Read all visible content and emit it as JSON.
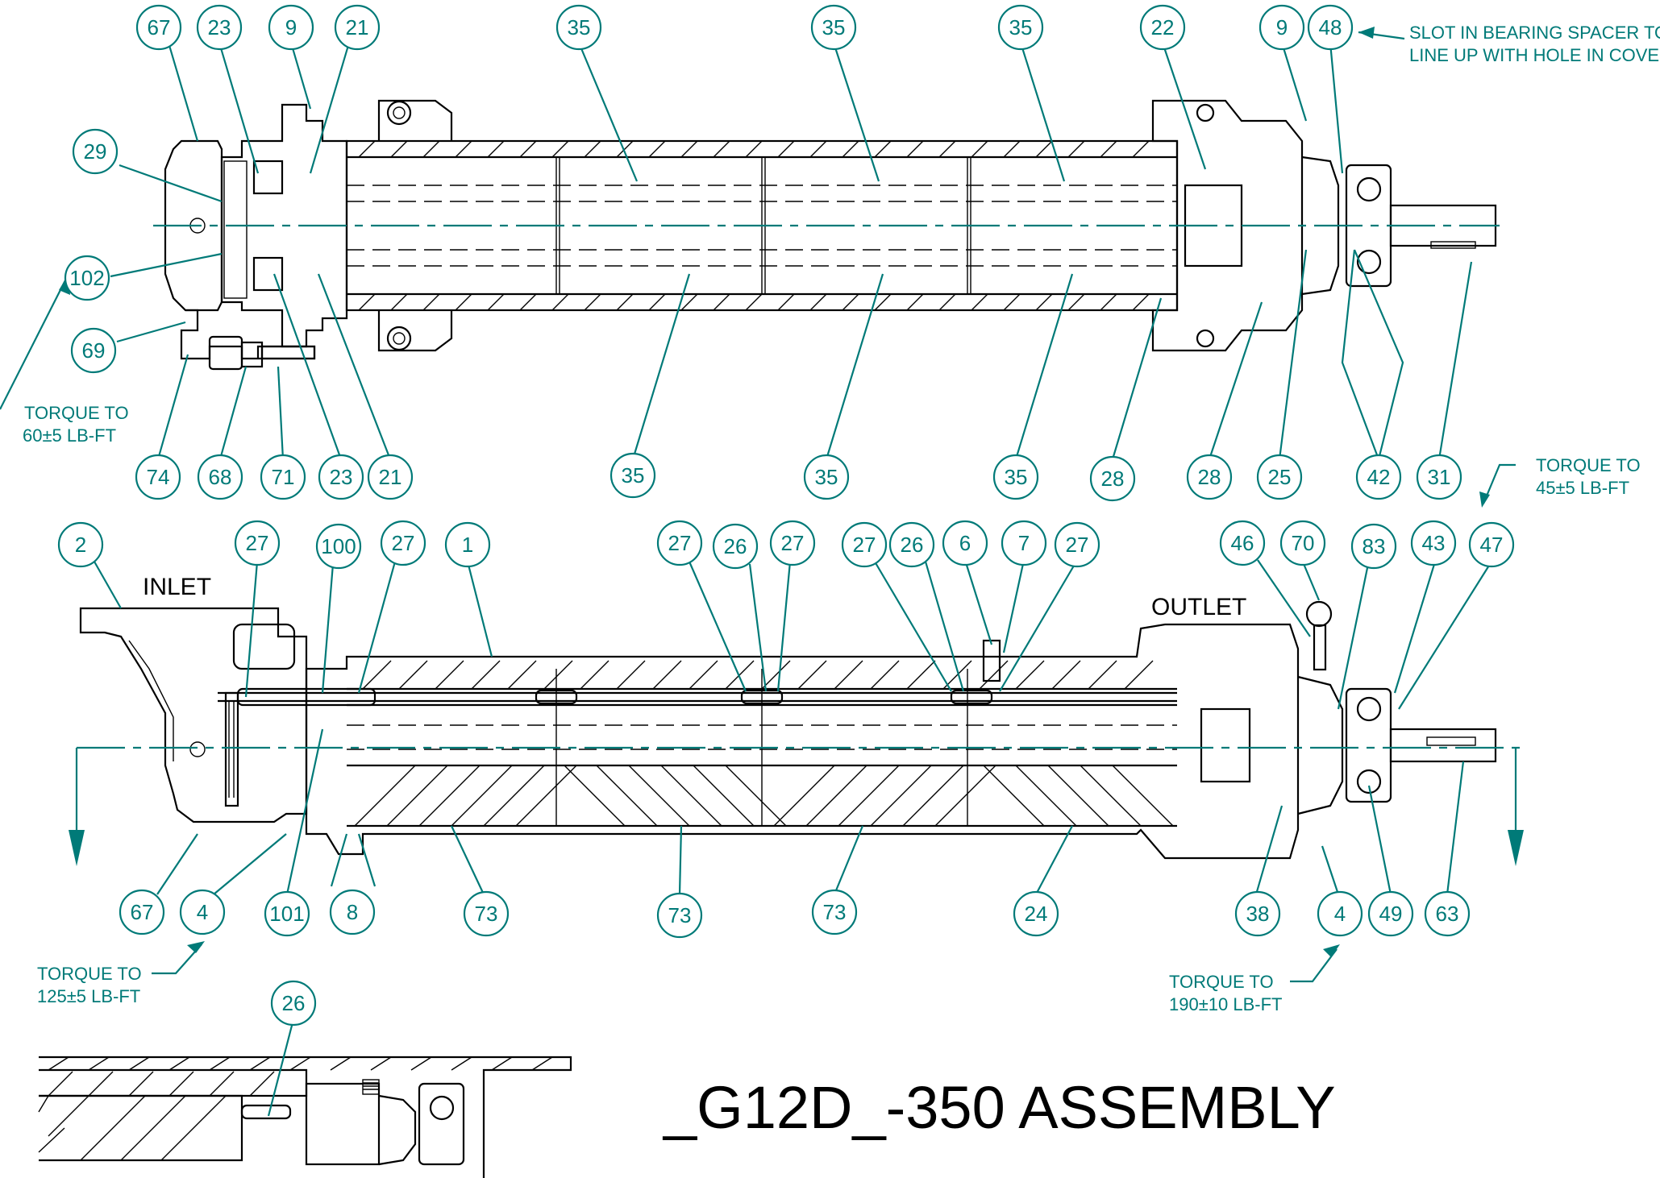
{
  "title": "_G12D_-350 ASSEMBLY",
  "labels": {
    "inlet": "INLET",
    "outlet": "OUTLET"
  },
  "notes": {
    "slot_line1": "SLOT IN BEARING SPACER TO",
    "slot_line2": "LINE UP WITH HOLE IN COVER",
    "torque60_line1": "TORQUE TO",
    "torque60_line2": "60±5 LB-FT",
    "torque45_line1": "TORQUE TO",
    "torque45_line2": "45±5 LB-FT",
    "torque125_line1": "TORQUE TO",
    "torque125_line2": "125±5 LB-FT",
    "torque190_line1": "TORQUE TO",
    "torque190_line2": "190±10 LB-FT"
  },
  "top_view_balloons": {
    "top_row": [
      "67",
      "23",
      "9",
      "21",
      "35",
      "35",
      "35",
      "22",
      "9",
      "48"
    ],
    "left_side": [
      "29",
      "102",
      "69"
    ],
    "bottom_row": [
      "74",
      "68",
      "71",
      "23",
      "21",
      "35",
      "35",
      "35",
      "28",
      "28",
      "25",
      "42",
      "31"
    ]
  },
  "section_view_balloons": {
    "top_row": [
      "2",
      "27",
      "100",
      "27",
      "1",
      "27",
      "26",
      "27",
      "27",
      "26",
      "6",
      "7",
      "27",
      "46",
      "70",
      "83",
      "43",
      "47"
    ],
    "bottom_row": [
      "67",
      "4",
      "101",
      "8",
      "73",
      "73",
      "73",
      "24",
      "38",
      "4",
      "49",
      "63"
    ]
  },
  "detail_balloon": "26",
  "colors": {
    "callout": "#007a78",
    "linework": "#000000",
    "background": "#ffffff"
  }
}
